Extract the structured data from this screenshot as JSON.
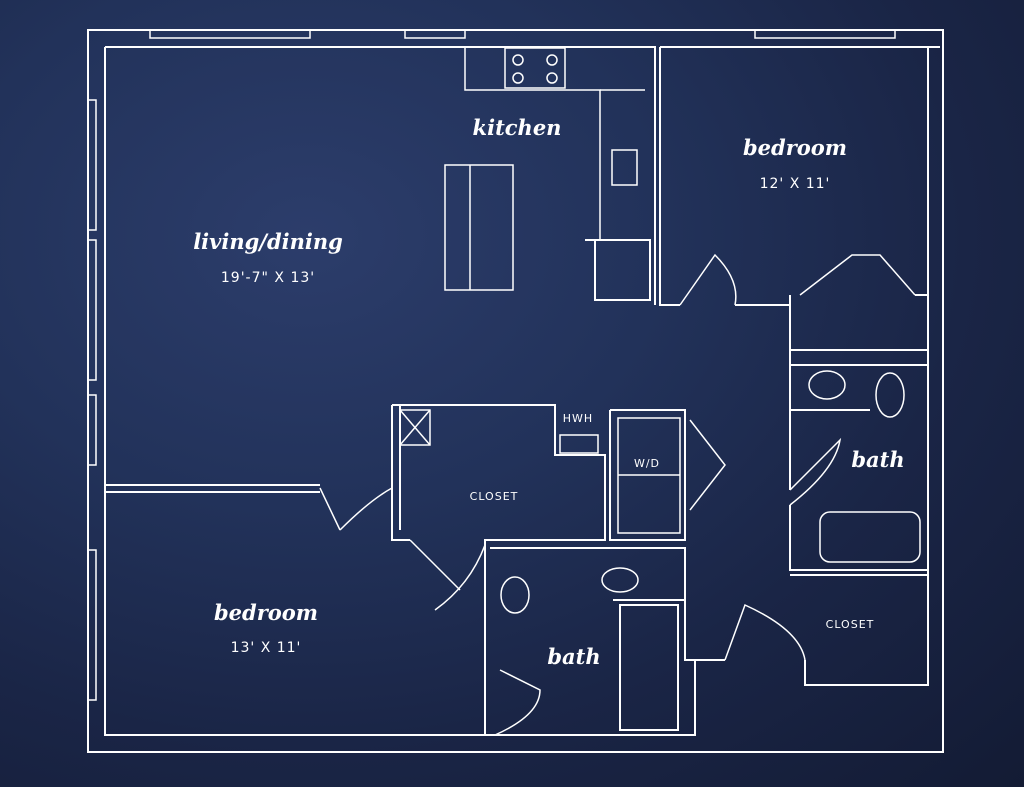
{
  "colors": {
    "background": "#1b2748",
    "walls": "#ffffff"
  },
  "rooms": {
    "kitchen": {
      "name": "kitchen"
    },
    "bedroom_1": {
      "name": "bedroom",
      "dims": "12' X 11'"
    },
    "living": {
      "name": "living/dining",
      "dims": "19'-7\" X 13'"
    },
    "hwh": {
      "name": "HWH"
    },
    "wd": {
      "name": "W/D"
    },
    "closet_1": {
      "name": "CLOSET"
    },
    "bath_1": {
      "name": "bath"
    },
    "bedroom_2": {
      "name": "bedroom",
      "dims": "13' X 11'"
    },
    "bath_2": {
      "name": "bath"
    },
    "closet_2": {
      "name": "CLOSET"
    }
  }
}
